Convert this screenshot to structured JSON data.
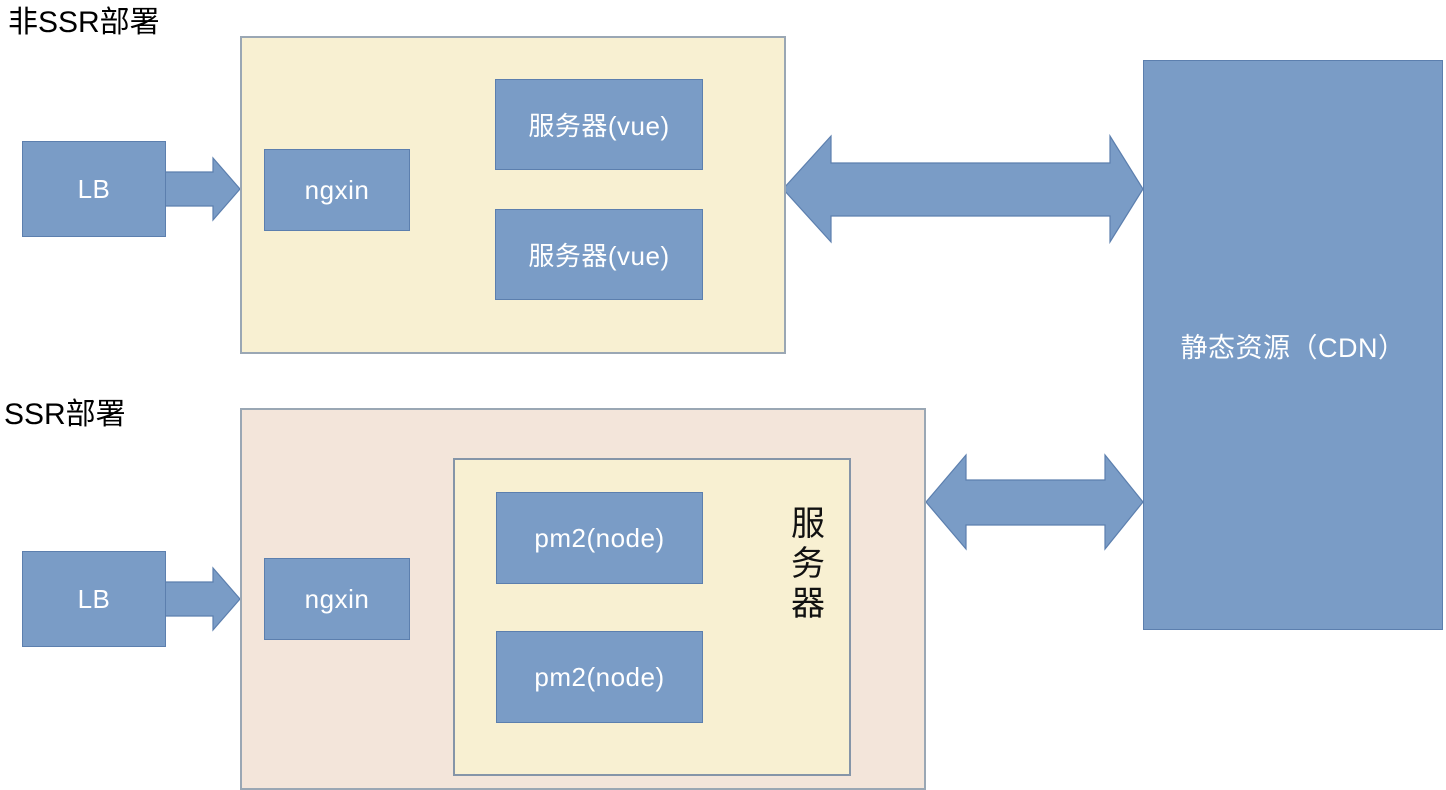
{
  "diagram": {
    "title_nonssr": "非SSR部署",
    "title_ssr": "SSR部署",
    "colors": {
      "box_blue": "#7A9CC6",
      "box_blue_border": "#5c7fae",
      "panel_cream": "#F8F0D2",
      "panel_pink": "#F3E5DA",
      "panel_border": "#9aa7b4",
      "text_white": "#FFFFFF",
      "text_black": "#000000"
    }
  },
  "nonssr": {
    "title": "非SSR部署",
    "lb_label": "LB",
    "nginx_label": "ngxin",
    "servers": [
      {
        "label": "服务器(vue)"
      },
      {
        "label": "服务器(vue)"
      }
    ]
  },
  "ssr": {
    "title": "SSR部署",
    "lb_label": "LB",
    "nginx_label": "ngxin",
    "server_group_label": "服务器",
    "processes": [
      {
        "label": "pm2(node)"
      },
      {
        "label": "pm2(node)"
      }
    ]
  },
  "cdn": {
    "label": "静态资源（CDN）"
  },
  "arrows": {
    "lb_to_nginx_top": "arrow-right-icon",
    "nginx_to_servers": "arrow-right-icon",
    "nonssr_to_cdn": "arrow-double-horizontal-icon",
    "lb_to_nginx_bottom": "arrow-right-icon",
    "ssr_to_cdn": "arrow-double-horizontal-icon"
  },
  "watermark": {
    "text": ""
  }
}
